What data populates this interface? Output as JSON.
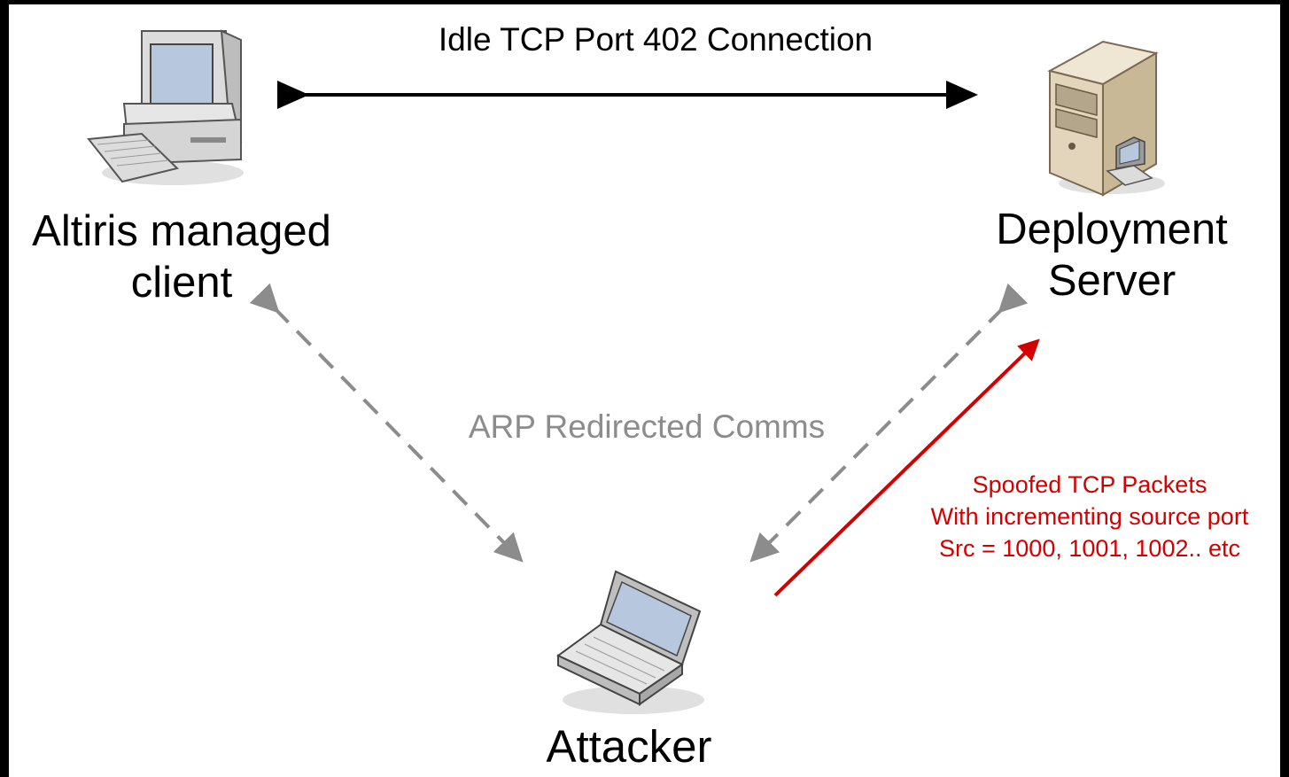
{
  "connection_label": "Idle TCP Port 402 Connection",
  "client": {
    "label_line1": "Altiris managed",
    "label_line2": "client"
  },
  "server": {
    "label_line1": "Deployment",
    "label_line2": "Server"
  },
  "attacker": {
    "label": "Attacker"
  },
  "arp_label": "ARP Redirected Comms",
  "spoof": {
    "line1": "Spoofed TCP Packets",
    "line2": "With incrementing source port",
    "line3": "Src = 1000, 1001, 1002.. etc"
  },
  "colors": {
    "background_frame": "#000000",
    "canvas": "#ffffff",
    "solid_arrow": "#000000",
    "dashed_arrow": "#8c8c8c",
    "spoof_arrow": "#d40000"
  },
  "icons": {
    "client": "desktop-computer-icon",
    "server": "server-tower-icon",
    "attacker": "laptop-icon"
  }
}
